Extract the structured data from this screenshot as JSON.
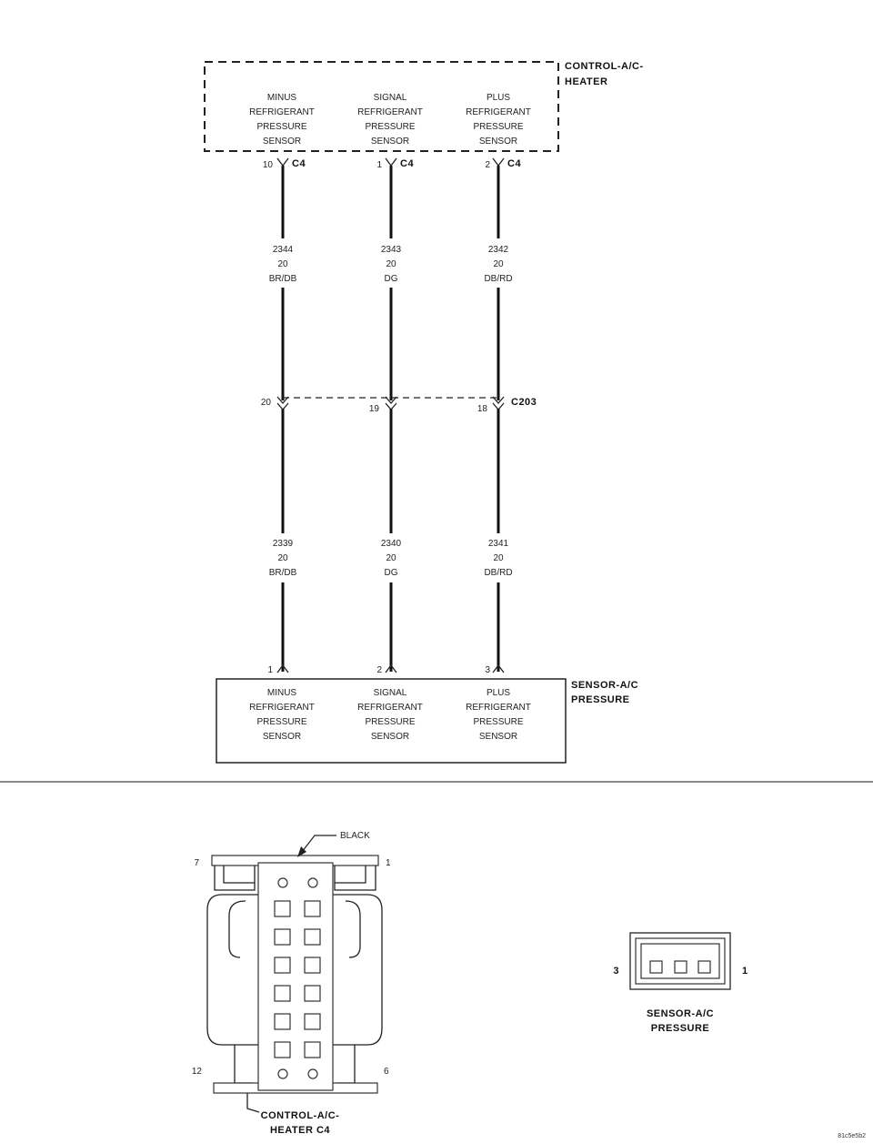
{
  "control_module": {
    "title_line1": "CONTROL-A/C-",
    "title_line2": "HEATER",
    "pins": [
      {
        "lines": [
          "MINUS",
          "REFRIGERANT",
          "PRESSURE",
          "SENSOR"
        ],
        "cavity": "10",
        "connector": "C4"
      },
      {
        "lines": [
          "SIGNAL",
          "REFRIGERANT",
          "PRESSURE",
          "SENSOR"
        ],
        "cavity": "1",
        "connector": "C4"
      },
      {
        "lines": [
          "PLUS",
          "REFRIGERANT",
          "PRESSURE",
          "SENSOR"
        ],
        "cavity": "2",
        "connector": "C4"
      }
    ]
  },
  "upper_wires": [
    {
      "circuit": "2344",
      "gauge": "20",
      "color": "BR/DB"
    },
    {
      "circuit": "2343",
      "gauge": "20",
      "color": "DG"
    },
    {
      "circuit": "2342",
      "gauge": "20",
      "color": "DB/RD"
    }
  ],
  "inline_connector": {
    "name": "C203",
    "cavities": [
      "20",
      "19",
      "18"
    ]
  },
  "lower_wires": [
    {
      "circuit": "2339",
      "gauge": "20",
      "color": "BR/DB"
    },
    {
      "circuit": "2340",
      "gauge": "20",
      "color": "DG"
    },
    {
      "circuit": "2341",
      "gauge": "20",
      "color": "DB/RD"
    }
  ],
  "sensor": {
    "title_line1": "SENSOR-A/C",
    "title_line2": "PRESSURE",
    "pins": [
      {
        "lines": [
          "MINUS",
          "REFRIGERANT",
          "PRESSURE",
          "SENSOR"
        ],
        "cavity": "1"
      },
      {
        "lines": [
          "SIGNAL",
          "REFRIGERANT",
          "PRESSURE",
          "SENSOR"
        ],
        "cavity": "2"
      },
      {
        "lines": [
          "PLUS",
          "REFRIGERANT",
          "PRESSURE",
          "SENSOR"
        ],
        "cavity": "3"
      }
    ]
  },
  "c4_face_view": {
    "color_label": "BLACK",
    "pin_top_left": "7",
    "pin_top_right": "1",
    "pin_bottom_left": "12",
    "pin_bottom_right": "6",
    "title_line1": "CONTROL-A/C-",
    "title_line2": "HEATER C4"
  },
  "sensor_face_view": {
    "pin_left": "3",
    "pin_right": "1",
    "title_line1": "SENSOR-A/C",
    "title_line2": "PRESSURE"
  },
  "figure_id": "81c5e5b2"
}
